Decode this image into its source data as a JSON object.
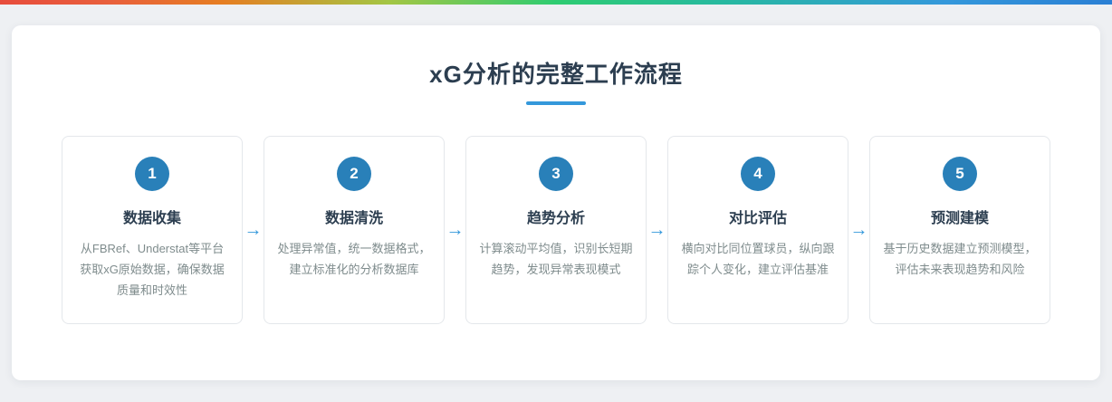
{
  "header": {
    "title": "xG分析的完整工作流程"
  },
  "arrow_glyph": "→",
  "steps": [
    {
      "number": "1",
      "title": "数据收集",
      "desc": "从FBRef、Understat等平台获取xG原始数据，确保数据质量和时效性"
    },
    {
      "number": "2",
      "title": "数据清洗",
      "desc": "处理异常值，统一数据格式，建立标准化的分析数据库"
    },
    {
      "number": "3",
      "title": "趋势分析",
      "desc": "计算滚动平均值，识别长短期趋势，发现异常表现模式"
    },
    {
      "number": "4",
      "title": "对比评估",
      "desc": "横向对比同位置球员，纵向跟踪个人变化，建立评估基准"
    },
    {
      "number": "5",
      "title": "预测建模",
      "desc": "基于历史数据建立预测模型，评估未来表现趋势和风险"
    }
  ],
  "colors": {
    "accent_blue": "#3498db",
    "badge_blue": "#2980b9",
    "title_dark": "#2c3e50",
    "desc_gray": "#7f8c8d",
    "card_border": "#e4e7eb",
    "page_background": "#eef0f3",
    "gradient_bar": [
      "#e74c3c",
      "#e67e22",
      "#2ecc71",
      "#3498db"
    ]
  }
}
